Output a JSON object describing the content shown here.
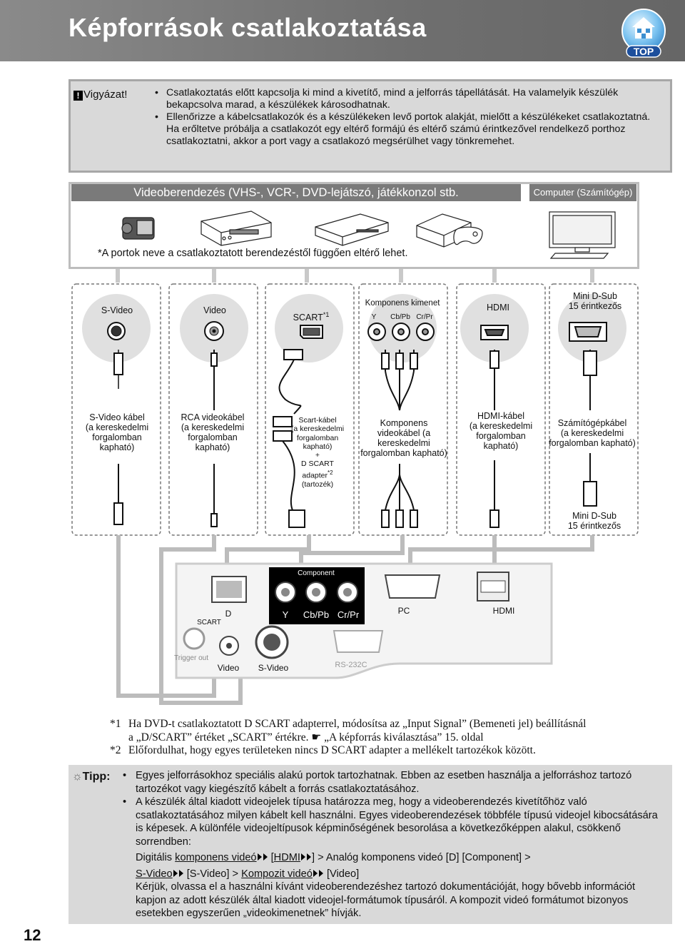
{
  "header": {
    "title": "Képforrások csatlakoztatása",
    "top_label": "TOP"
  },
  "warning": {
    "label": "Vigyázat!",
    "items": [
      "Csatlakoztatás előtt kapcsolja ki mind a kivetítő, mind a jelforrás tápellátását. Ha valamelyik készülék bekapcsolva marad, a készülékek károsodhatnak.",
      "Ellenőrizze a kábelcsatlakozók és a készülékeken levő portok alakját, mielőtt a készülékeket csatlakoztatná. Ha erőltetve próbálja a csatlakozót egy eltérő formájú és eltérő számú érintkezővel rendelkező porthoz csatlakoztatni, akkor a port vagy a csatlakozó megsérülhet vagy tönkremehet."
    ]
  },
  "devices": {
    "video_title": "Videoberendezés (VHS-, VCR-, DVD-lejátszó, játékkonzol stb.",
    "computer_title": "Computer (Számítógép)",
    "note": "*A portok neve a csatlakoztatott berendezéstől függően eltérő lehet."
  },
  "connectors": {
    "svideo": "S-Video",
    "video": "Video",
    "scart": "SCART",
    "scart_sup": "*1",
    "component": "Komponens kimenet",
    "comp_y": "Y",
    "comp_cb": "Cb/Pb",
    "comp_cr": "Cr/Pr",
    "hdmi": "HDMI",
    "minidsub_1": "Mini D-Sub",
    "minidsub_2": "15 érintkezős"
  },
  "cables": {
    "svideo": [
      "S-Video kábel",
      "(a kereskedelmi",
      "forgalomban",
      "kapható)"
    ],
    "rca": [
      "RCA videokábel",
      "(a kereskedelmi",
      "forgalomban",
      "kapható)"
    ],
    "scart": [
      "Scart-kábel",
      "(a kereskedelmi",
      "forgalomban",
      "kapható)",
      "+",
      "D SCART",
      "adapter",
      "(tartozék)"
    ],
    "scart_sup": "*2",
    "component": [
      "Komponens",
      "videokábel (a",
      "kereskedelmi",
      "forgalomban kapható)"
    ],
    "hdmi": [
      "HDMI-kábel",
      "(a kereskedelmi",
      "forgalomban",
      "kapható)"
    ],
    "computer": [
      "Számítógépkábel",
      "(a kereskedelmi",
      "forgalomban kapható)"
    ],
    "bottom_dsub_1": "Mini D-Sub",
    "bottom_dsub_2": "15 érintkezős"
  },
  "panel": {
    "component": "Component",
    "d": "D",
    "scart": "SCART",
    "y": "Y",
    "cb": "Cb/Pb",
    "cr": "Cr/Pr",
    "pc": "PC",
    "hdmi": "HDMI",
    "trigger": "Trigger out",
    "video": "Video",
    "svideo": "S-Video",
    "rs232c": "RS-232C"
  },
  "footnotes": [
    {
      "n": "*1",
      "lines": [
        "Ha DVD-t csatlakoztatott D SCART adapterrel, módosítsa az „Input Signal” (Bemeneti jel) beállításnál",
        "a „D/SCART” értéket „SCART” értékre.  ☛ „A képforrás kiválasztása” 15. oldal"
      ]
    },
    {
      "n": "*2",
      "lines": [
        "Előfordulhat, hogy egyes területeken nincs D SCART adapter a mellékelt tartozékok között."
      ]
    }
  ],
  "tip": {
    "label": "Tipp:",
    "item1": "Egyes jelforrásokhoz speciális alakú portok tartozhatnak. Ebben az esetben használja a jelforráshoz tartozó tartozékot vagy kiegészítő kábelt a forrás csatlakoztatásához.",
    "item2": "A készülék által kiadott videojelek típusa határozza meg, hogy a videoberendezés kivetítőhöz való csatlakoztatásához milyen kábelt kell használni. Egyes videoberendezések többféle típusú videojel kibocsátására is képesek. A különféle videojeltípusok képminőségének besorolása a következőképpen alakul, csökkenő sorrendben:",
    "rank_prefix": "Digitális",
    "rank_comp": "komponens videó",
    "rank_hdmi": "HDMI",
    "rank_mid1": "] > Analóg komponens videó [D] [Component] >",
    "rank_svideo": "S-Video",
    "rank_mid2": "[S-Video] >",
    "rank_composite": "Kompozit videó",
    "rank_end": "[Video]",
    "rest": "Kérjük, olvassa el a használni kívánt videoberendezéshez tartozó dokumentációját, hogy bővebb információt kapjon az adott készülék által kiadott videojel-formátumok típusáról. A kompozit videó formátumot bizonyos esetekben egyszerűen „videokimenetnek” hívják."
  },
  "page_number": "12"
}
